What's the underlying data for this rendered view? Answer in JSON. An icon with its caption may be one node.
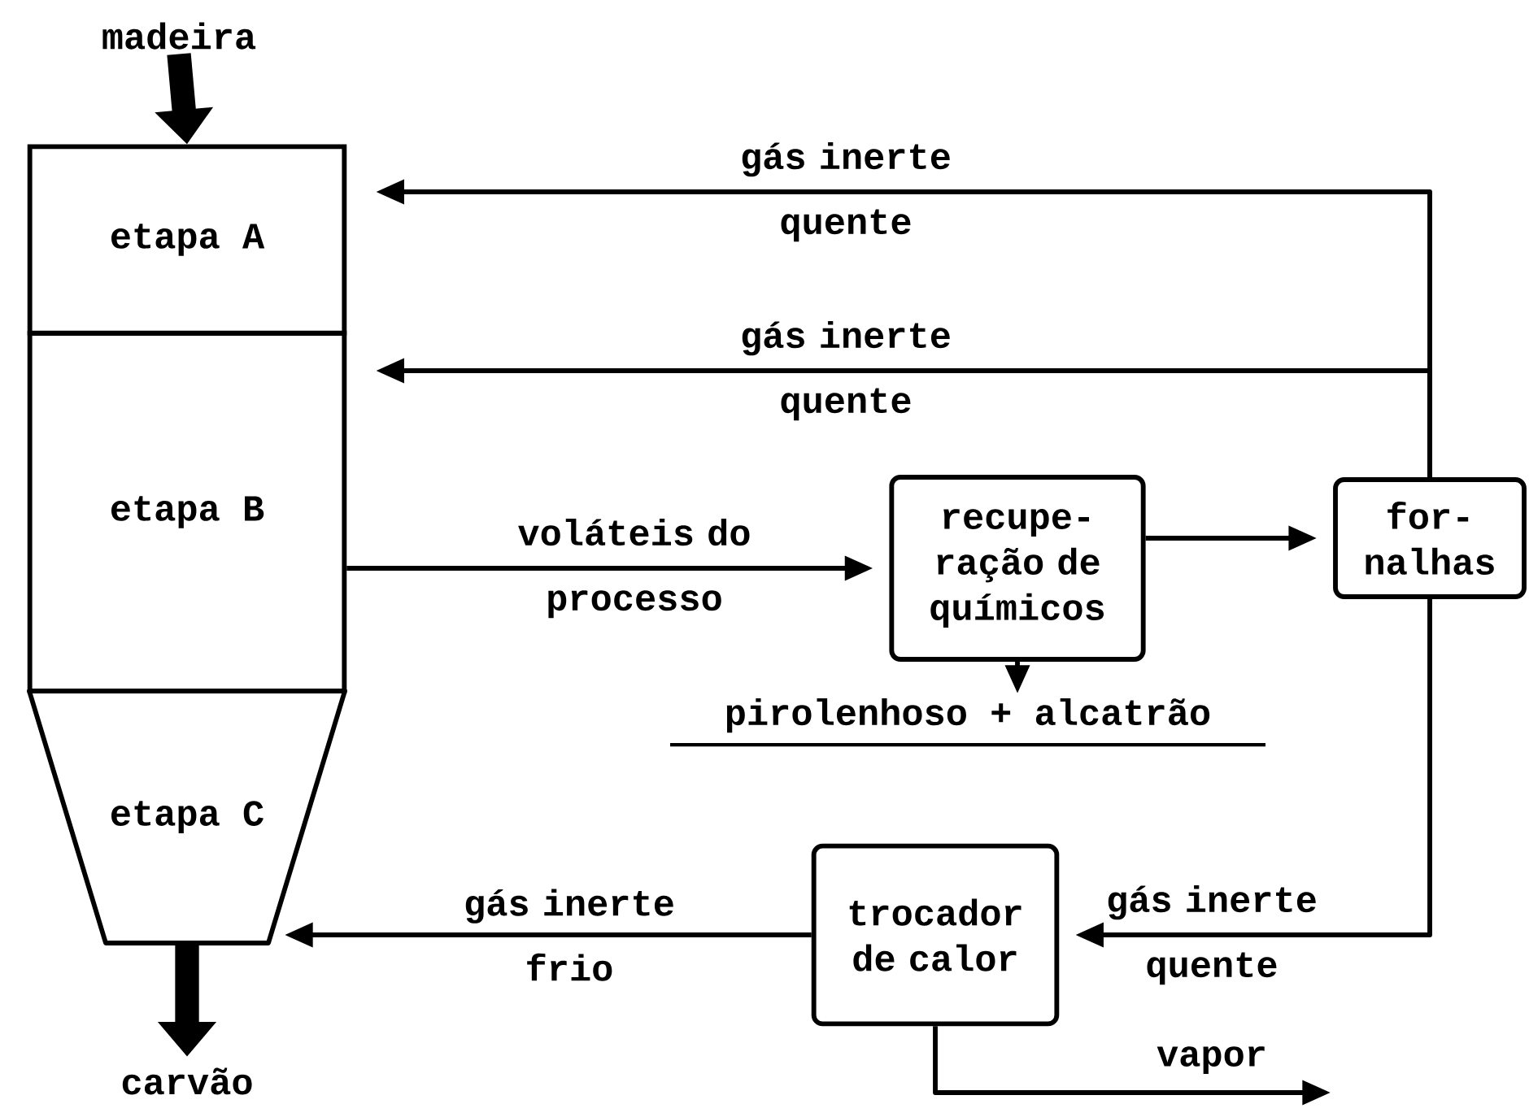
{
  "diagram": {
    "nodes": [
      {
        "text": [
          "madeira"
        ]
      },
      {
        "text": [
          "etapa A"
        ]
      },
      {
        "text": [
          "etapa B"
        ]
      },
      {
        "text": [
          "etapa C"
        ]
      },
      {
        "text": [
          "recupe- ração de químicos"
        ]
      },
      {
        "text": [
          "for- nalhas"
        ]
      },
      {
        "text": [
          "pirolenhoso + alcatrão"
        ]
      },
      {
        "text": [
          "trocador de calor"
        ]
      },
      {
        "text": [
          "carvão"
        ]
      }
    ],
    "edges": [
      {
        "from": 0,
        "to": 1,
        "arrow": "to",
        "style": "thick"
      },
      {
        "from": 5,
        "to": 1,
        "arrow": "to",
        "label": "gás inerte quente"
      },
      {
        "from": 5,
        "to": 2,
        "arrow": "to",
        "label": "gás inerte quente"
      },
      {
        "from": 2,
        "to": 4,
        "arrow": "to",
        "label": "voláteis do processo"
      },
      {
        "from": 4,
        "to": 5,
        "arrow": "to"
      },
      {
        "from": 4,
        "to": 6,
        "arrow": "to"
      },
      {
        "from": 5,
        "to": 7,
        "arrow": "to",
        "label": "gás inerte quente"
      },
      {
        "from": 7,
        "to": 3,
        "arrow": "to",
        "label": "gás inerte frio"
      },
      {
        "from": 3,
        "to": 8,
        "arrow": "to",
        "style": "thick"
      },
      {
        "from": 7,
        "to": null,
        "arrow": "to",
        "label": "vapor"
      }
    ]
  }
}
